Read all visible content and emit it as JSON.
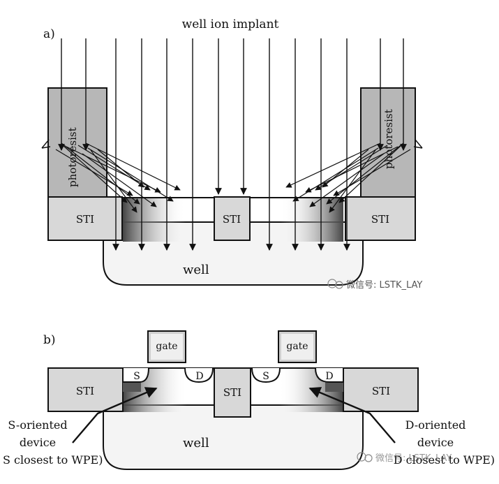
{
  "panel_a": {
    "label": "a)",
    "title": "well ion implant",
    "photoresist": "photoresist",
    "sti": "STI",
    "well": "well"
  },
  "panel_b": {
    "label": "b)",
    "gate": "gate",
    "sti": "STI",
    "source": "S",
    "drain": "D",
    "well": "well",
    "s_oriented": [
      "S-oriented",
      "device",
      "S closest to WPE)"
    ],
    "d_oriented": [
      "D-oriented",
      "device",
      "D closest to WPE)"
    ]
  },
  "watermark": "微信号: LSTK_LAY",
  "colors": {
    "line": "#111111",
    "sti": "#d8d8d8",
    "resist": "#b7b7b7",
    "well": "#f4f4f4",
    "gate": "#cfcfcf"
  }
}
